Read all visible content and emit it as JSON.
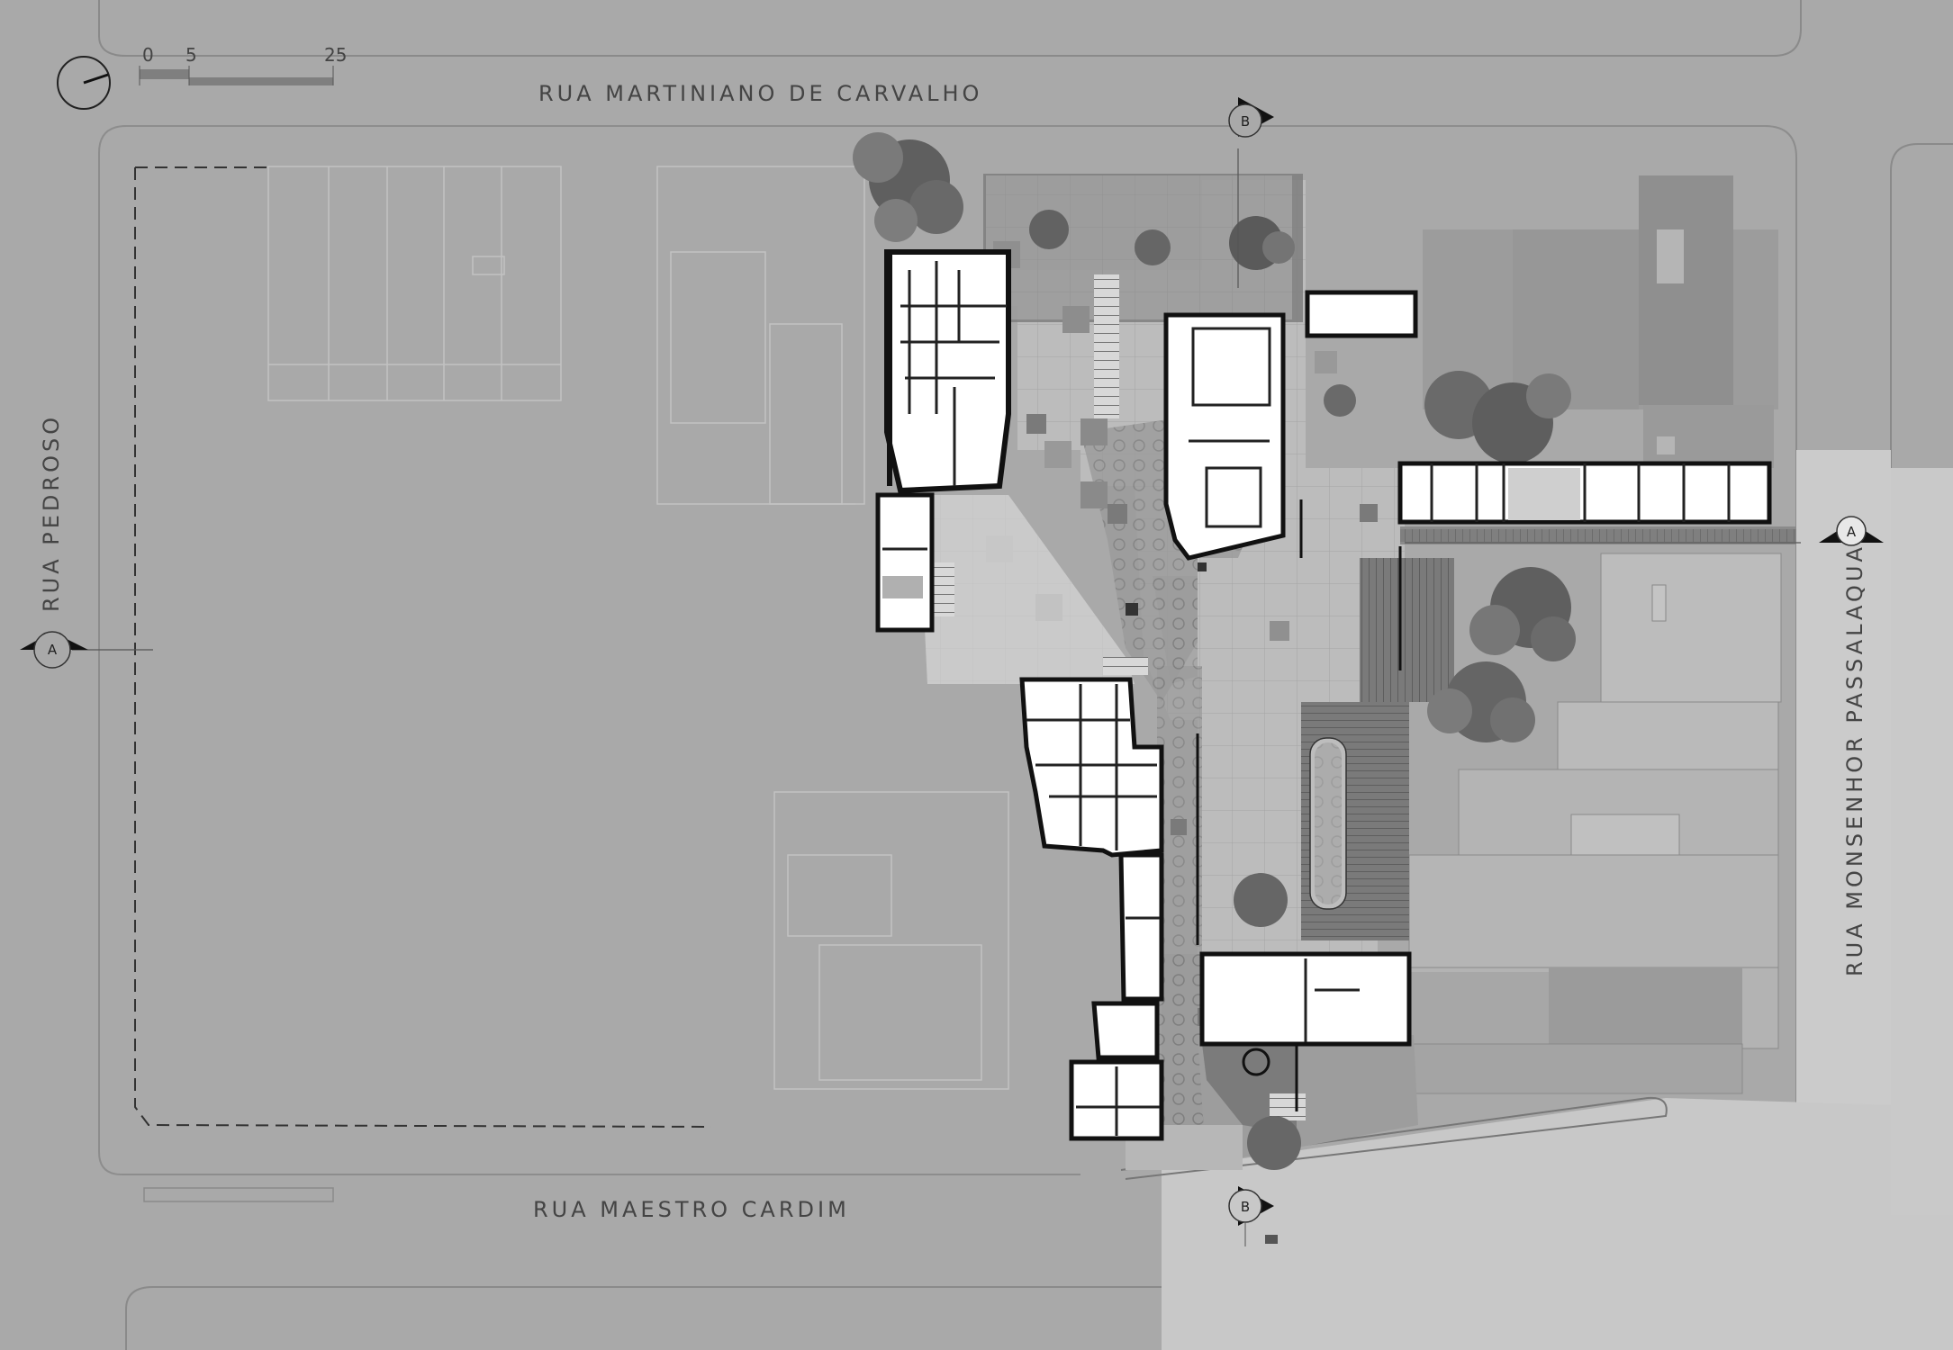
{
  "streets": {
    "north": "RUA MARTINIANO DE CARVALHO",
    "south": "RUA MAESTRO CARDIM",
    "west": "RUA PEDROSO",
    "east": "RUA MONSENHOR PASSALAQUA"
  },
  "scale_bar": {
    "ticks": [
      "0",
      "5",
      "25"
    ]
  },
  "section_markers": {
    "a": "A",
    "b": "B"
  },
  "colors": {
    "ground": "#a9a9a9",
    "sidewalk": "#c9c9c9",
    "building_interior": "#ffffff",
    "walls": "#111111",
    "neighbor_roofs": "#9a9a9a",
    "plaza": "#bdbdbd",
    "trees": "#6e6e6e"
  }
}
